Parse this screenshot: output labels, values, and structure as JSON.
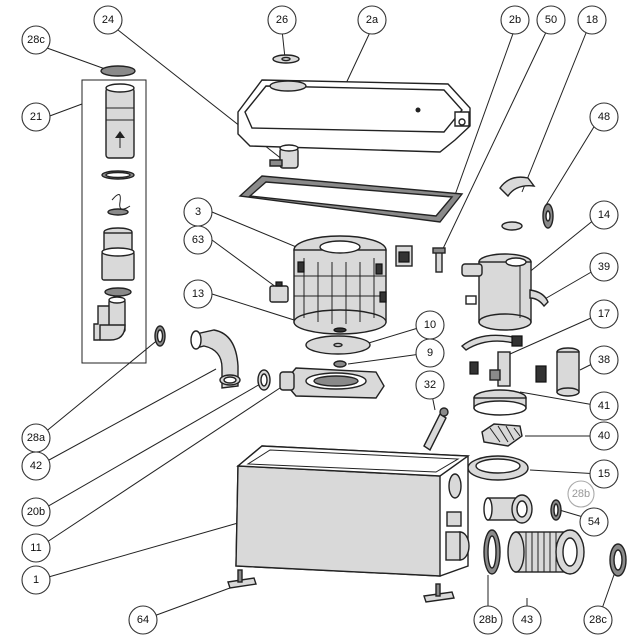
{
  "callouts": {
    "c24": "24",
    "c26": "26",
    "c2a": "2a",
    "c2b": "2b",
    "c50": "50",
    "c18": "18",
    "c28c_top": "28c",
    "c21": "21",
    "c48": "48",
    "c3": "3",
    "c14": "14",
    "c63": "63",
    "c39": "39",
    "c13": "13",
    "c10": "10",
    "c17": "17",
    "c9": "9",
    "c38": "38",
    "c32": "32",
    "c41": "41",
    "c28a": "28a",
    "c40": "40",
    "c42": "42",
    "c15": "15",
    "c28b_mid": "28b",
    "c20b": "20b",
    "c54": "54",
    "c11": "11",
    "c1": "1",
    "c64": "64",
    "c28b_bot": "28b",
    "c43": "43",
    "c28c_bot": "28c"
  }
}
